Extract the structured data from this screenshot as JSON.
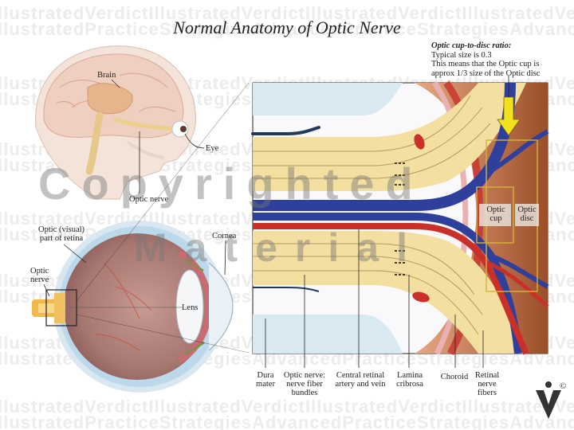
{
  "title": "Normal Anatomy of Optic Nerve",
  "watermark": {
    "line_a": "IllustratedVerdictIllustratedVerdictIllustratedVerdictIllustratedVerdictIllustratedVerdict",
    "line_b": "IllustratedPracticeStrategiesAdvancedPracticeStrategiesAdvancedPracticeStrategies",
    "copyright_word": "Copyrighted",
    "material_word": "Material"
  },
  "note": {
    "heading": "Optic cup-to-disc ratio:",
    "line1": "Typical size is 0.3",
    "line2": "This means that the Optic cup is",
    "line3": "approx 1/3 size of the Optic disc"
  },
  "labels": {
    "brain": "Brain",
    "eye": "Eye",
    "optic_nerve_head": "Optic nerve",
    "optic_retina_1": "Optic (visual)",
    "optic_retina_2": "part of retina",
    "optic_nerve_eye_1": "Optic",
    "optic_nerve_eye_2": "nerve",
    "cornea": "Cornea",
    "lens": "Lens",
    "optic_cup_1": "Optic",
    "optic_cup_2": "cup",
    "optic_disc_1": "Optic",
    "optic_disc_2": "disc",
    "dura_1": "Dura",
    "dura_2": "mater",
    "fibers_1": "Optic nerve:",
    "fibers_2": "nerve fiber",
    "fibers_3": "bundles",
    "artery_1": "Central retinal",
    "artery_2": "artery and vein",
    "lamina_1": "Lamina",
    "lamina_2": "cribrosa",
    "choroid": "Choroid",
    "retinal_1": "Retinal",
    "retinal_2": "nerve",
    "retinal_3": "fibers",
    "copyright_symbol": "©"
  },
  "colors": {
    "nerve_fiber": "#f3dfa0",
    "sheath": "#d9e9f2",
    "vein": "#2f3f9c",
    "artery": "#c9302a",
    "choroid": "#a5522a",
    "cup_box": "#d6b33a",
    "arrow": "#f2e21c"
  }
}
